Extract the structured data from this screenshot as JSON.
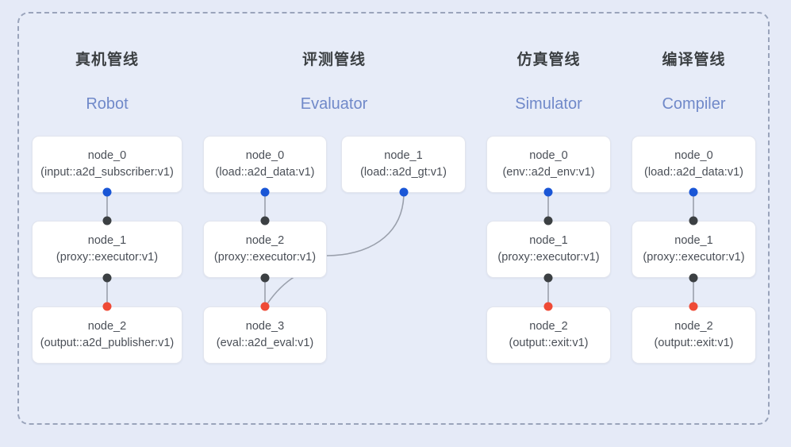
{
  "diagram": {
    "background_color": "#e5eaf7",
    "frame_color": "#9aa4bb",
    "port_colors": {
      "input": "#1a56d6",
      "internal": "#3c4043",
      "output": "#ef4a36"
    },
    "edge_color": "#9aa0ac"
  },
  "columns": [
    {
      "id": "robot",
      "title_cn": "真机管线",
      "title_en": "Robot",
      "nodes": [
        {
          "id": "node_0",
          "type": "(input::a2d_subscriber:v1)"
        },
        {
          "id": "node_1",
          "type": "(proxy::executor:v1)"
        },
        {
          "id": "node_2",
          "type": "(output::a2d_publisher:v1)"
        }
      ]
    },
    {
      "id": "evaluator",
      "title_cn": "评测管线",
      "title_en": "Evaluator",
      "nodes": [
        {
          "id": "node_0",
          "type": "(load::a2d_data:v1)"
        },
        {
          "id": "node_1",
          "type": "(load::a2d_gt:v1)"
        },
        {
          "id": "node_2",
          "type": "(proxy::executor:v1)"
        },
        {
          "id": "node_3",
          "type": "(eval::a2d_eval:v1)"
        }
      ]
    },
    {
      "id": "simulator",
      "title_cn": "仿真管线",
      "title_en": "Simulator",
      "nodes": [
        {
          "id": "node_0",
          "type": "(env::a2d_env:v1)"
        },
        {
          "id": "node_1",
          "type": "(proxy::executor:v1)"
        },
        {
          "id": "node_2",
          "type": "(output::exit:v1)"
        }
      ]
    },
    {
      "id": "compiler",
      "title_cn": "编译管线",
      "title_en": "Compiler",
      "nodes": [
        {
          "id": "node_0",
          "type": "(load::a2d_data:v1)"
        },
        {
          "id": "node_1",
          "type": "(proxy::executor:v1)"
        },
        {
          "id": "node_2",
          "type": "(output::exit:v1)"
        }
      ]
    }
  ]
}
